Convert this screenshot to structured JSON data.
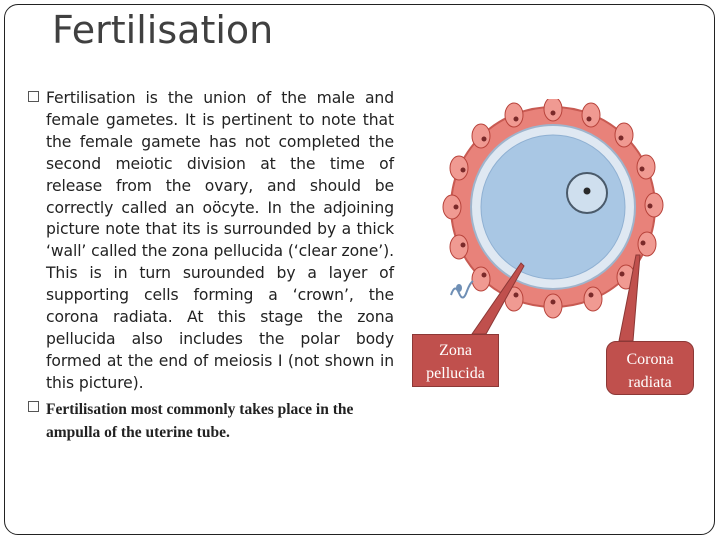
{
  "slide": {
    "title": "Fertilisation",
    "bullets": [
      "Fertilisation is the union of the male and female gametes. It is pertinent to note that the female gamete has not completed the second meiotic division at the time of release from the ovary, and should be correctly called an oöcyte. In the adjoining picture note that its is surrounded by a thick ‘wall’ called the zona pellucida (‘clear zone’). This is in turn surounded by a layer of supporting cells forming a ‘crown’, the corona radiata. At this stage the zona pellucida also includes the polar body formed at the end of meiosis I (not shown in this picture).",
      "Fertilisation most commonly takes place in the ampulla of the uterine tube."
    ]
  },
  "figure": {
    "callouts": {
      "zona_line1": "Zona",
      "zona_line2": "pellucida",
      "corona_line1": "Corona",
      "corona_line2": "radiata"
    },
    "colors": {
      "corona": "#e8827a",
      "zona": "#dfe8f2",
      "cytoplasm": "#a9c7e4",
      "callout": "#c0504d"
    }
  }
}
